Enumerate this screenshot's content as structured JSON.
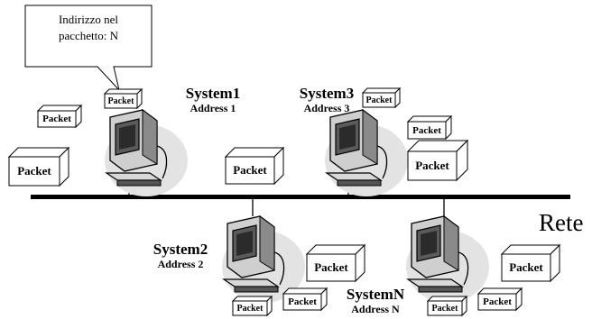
{
  "callout": {
    "line1": "Indirizzo nel",
    "line2": "pacchetto: N"
  },
  "network": {
    "label": "Rete"
  },
  "systems": [
    {
      "name": "System1",
      "address": "Address 1"
    },
    {
      "name": "System3",
      "address": "Address 3"
    },
    {
      "name": "System2",
      "address": "Address 2"
    },
    {
      "name": "SystemN",
      "address": "Address N"
    }
  ],
  "packet_label": "Packet"
}
